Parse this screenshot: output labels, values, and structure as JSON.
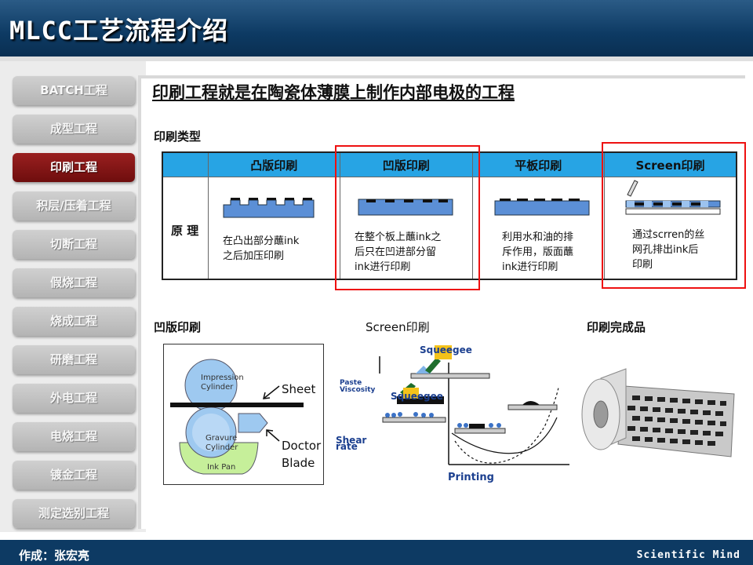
{
  "header": {
    "title": "MLCC工艺流程介绍"
  },
  "sidebar": {
    "items": [
      {
        "label": "BATCH工程",
        "active": false
      },
      {
        "label": "成型工程",
        "active": false
      },
      {
        "label": "印刷工程",
        "active": true
      },
      {
        "label": "积层/压着工程",
        "active": false
      },
      {
        "label": "切断工程",
        "active": false
      },
      {
        "label": "假烧工程",
        "active": false
      },
      {
        "label": "烧成工程",
        "active": false
      },
      {
        "label": "研磨工程",
        "active": false
      },
      {
        "label": "外电工程",
        "active": false
      },
      {
        "label": "电烧工程",
        "active": false
      },
      {
        "label": "镀金工程",
        "active": false
      },
      {
        "label": "测定选别工程",
        "active": false
      }
    ]
  },
  "main": {
    "title": "印刷工程就是在陶瓷体薄膜上制作内部电极的工程",
    "types_heading": "印刷类型",
    "table": {
      "row_label": "原 理",
      "columns": [
        {
          "name": "凸版印刷",
          "desc": "在凸出部分蘸ink\n之后加压印刷"
        },
        {
          "name": "凹版印刷",
          "desc": "在整个板上蘸ink之\n后只在凹进部分留\nink进行印刷"
        },
        {
          "name": "平板印刷",
          "desc": "利用水和油的排\n斥作用，版面蘸\nink进行印刷"
        },
        {
          "name": "Screen印刷",
          "desc": "通过scrren的丝\n网孔排出ink后\n印刷"
        }
      ]
    },
    "gravure": {
      "heading": "凹版印刷",
      "impression": "Impression\nCylinder",
      "gravure": "Gravure\nCylinder",
      "ink_pan": "Ink Pan",
      "sheet": "Sheet",
      "doctor": "Doctor\nBlade"
    },
    "screen": {
      "heading": "Screen印刷",
      "squeegee_top": "Squeegee",
      "squeegee_mid": "Squeegee",
      "paste": "Paste\nViscosity",
      "shear": "Shear",
      "rate": "rate",
      "printing": "Printing"
    },
    "finished": {
      "heading": "印刷完成品"
    }
  },
  "footer": {
    "author": "作成：张宏亮",
    "brand": "Scientific Mind"
  },
  "colors": {
    "header": "#0d3a63",
    "active": "#8b1414",
    "table_head": "#27a4e4",
    "highlight": "#e11111"
  }
}
